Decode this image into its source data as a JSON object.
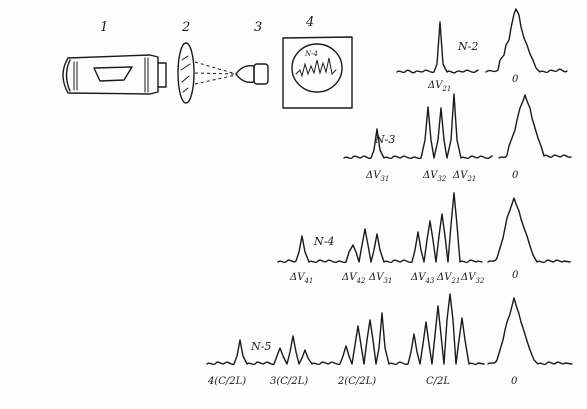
{
  "apparatus": {
    "labels": [
      "1",
      "2",
      "3",
      "4"
    ],
    "screen_label": "N-4"
  },
  "spectra": [
    {
      "id": "n2",
      "label": "N-2",
      "peak_labels": [
        {
          "delta": "ΔV",
          "sub": "21"
        }
      ],
      "zero": "0"
    },
    {
      "id": "n3",
      "label": "N-3",
      "peak_labels": [
        {
          "delta": "ΔV",
          "sub": "31"
        },
        {
          "delta": "ΔV",
          "sub": "32"
        },
        {
          "delta": "ΔV",
          "sub": "21"
        }
      ],
      "zero": "0"
    },
    {
      "id": "n4",
      "label": "N-4",
      "peak_labels": [
        {
          "delta": "ΔV",
          "sub": "41"
        },
        {
          "delta": "ΔV",
          "sub": "42"
        },
        {
          "delta": "ΔV",
          "sub": "31"
        },
        {
          "delta": "ΔV",
          "sub": "43"
        },
        {
          "delta": "ΔV",
          "sub": "21"
        },
        {
          "delta": "ΔV",
          "sub": "32"
        }
      ],
      "zero": "0"
    },
    {
      "id": "n5",
      "label": "N-5",
      "peak_labels": [
        {
          "text": "4(C/2L)"
        },
        {
          "text": "3(C/2L)"
        },
        {
          "text": "2(C/2L)"
        },
        {
          "text": "C/2L"
        }
      ],
      "zero": "0"
    }
  ]
}
